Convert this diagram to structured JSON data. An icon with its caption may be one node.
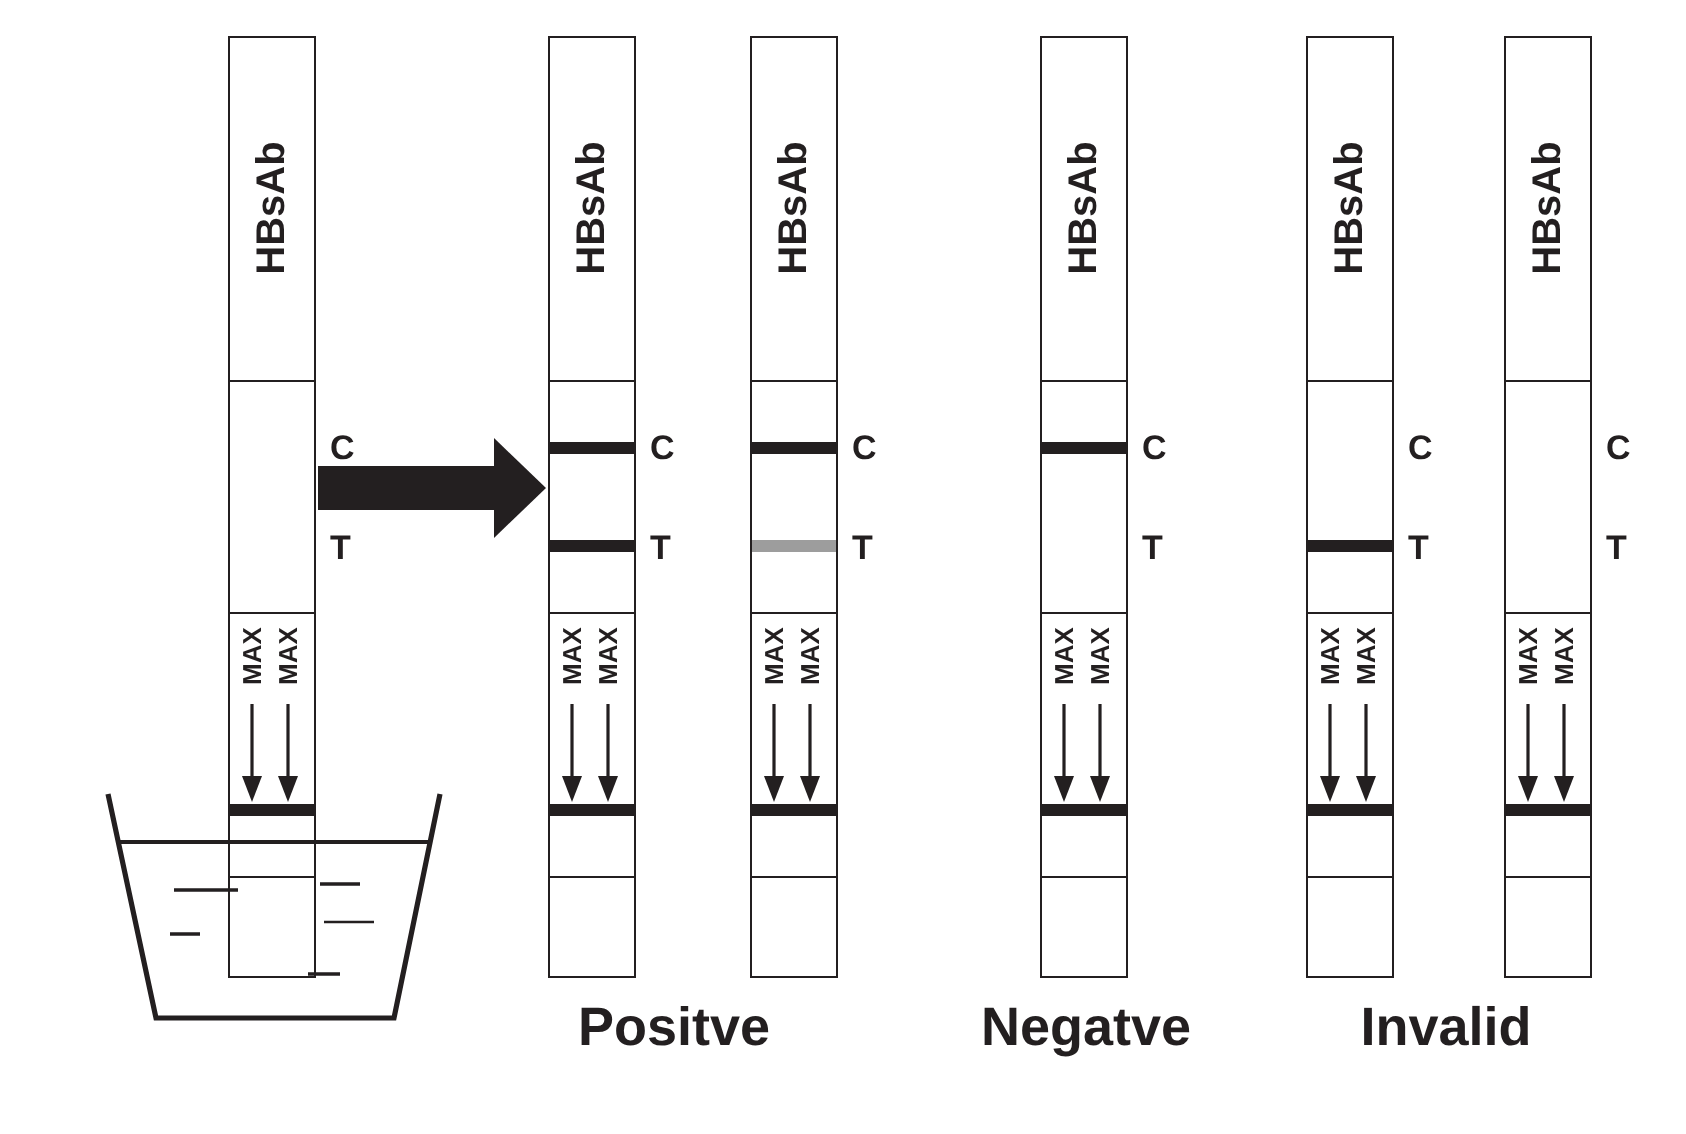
{
  "diagram": {
    "nodes": [
      {
        "text": [
          "HBsAb",
          "MAX",
          "MAX"
        ],
        "beside": [
          "C",
          "T"
        ]
      },
      {
        "text": [
          "HBsAb",
          "MAX",
          "MAX"
        ],
        "beside": [
          "C",
          "T"
        ]
      },
      {
        "text": [
          "HBsAb",
          "MAX",
          "MAX"
        ],
        "beside": [
          "C",
          "T"
        ]
      },
      {
        "text": [
          "HBsAb",
          "MAX",
          "MAX"
        ],
        "beside": [
          "C",
          "T"
        ]
      },
      {
        "text": [
          "HBsAb",
          "MAX",
          "MAX"
        ],
        "beside": [
          "C",
          "T"
        ]
      },
      {
        "text": [
          "HBsAb",
          "MAX",
          "MAX"
        ],
        "beside": [
          "C",
          "T"
        ]
      }
    ],
    "edges": [
      {
        "from": 0,
        "to": 1,
        "arrow": "to"
      }
    ],
    "labels": [
      "Positve",
      "Negatve",
      "Invalid"
    ]
  }
}
